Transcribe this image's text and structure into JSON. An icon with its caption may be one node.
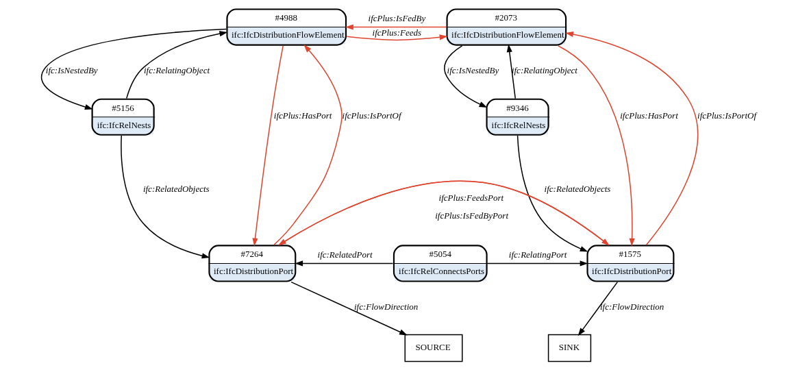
{
  "diagram": {
    "nodes": [
      {
        "text": [
          "#4988",
          "ifc:IfcDistributionFlowElement"
        ]
      },
      {
        "text": [
          "#2073",
          "ifc:IfcDistributionFlowElement"
        ]
      },
      {
        "text": [
          "#5156",
          "ifc:IfcRelNests"
        ]
      },
      {
        "text": [
          "#9346",
          "ifc:IfcRelNests"
        ]
      },
      {
        "text": [
          "#7264",
          "ifc:IfcDistributionPort"
        ]
      },
      {
        "text": [
          "#5054",
          "ifc:IfcRelConnectsPorts"
        ]
      },
      {
        "text": [
          "#1575",
          "ifc:IfcDistributionPort"
        ]
      },
      {
        "text": [
          "SOURCE"
        ]
      },
      {
        "text": [
          "SINK"
        ]
      }
    ],
    "edges": [
      {
        "from": 1,
        "to": 0,
        "arrow": "to",
        "label": "ifcPlus:IsFedBy",
        "color": "#e0442e"
      },
      {
        "from": 0,
        "to": 1,
        "arrow": "to",
        "label": "ifcPlus:Feeds",
        "color": "#e0442e"
      },
      {
        "from": 0,
        "to": 2,
        "arrow": "to",
        "label": "ifc:IsNestedBy",
        "color": "#000000"
      },
      {
        "from": 2,
        "to": 0,
        "arrow": "to",
        "label": "ifc:RelatingObject",
        "color": "#000000"
      },
      {
        "from": 1,
        "to": 3,
        "arrow": "to",
        "label": "ifc:IsNestedBy",
        "color": "#000000"
      },
      {
        "from": 3,
        "to": 1,
        "arrow": "to",
        "label": "ifc:RelatingObject",
        "color": "#000000"
      },
      {
        "from": 0,
        "to": 4,
        "arrow": "to",
        "label": "ifcPlus:HasPort",
        "color": "#e0442e"
      },
      {
        "from": 4,
        "to": 0,
        "arrow": "to",
        "label": "ifcPlus:IsPortOf",
        "color": "#e0442e"
      },
      {
        "from": 1,
        "to": 6,
        "arrow": "to",
        "label": "ifcPlus:HasPort",
        "color": "#e0442e"
      },
      {
        "from": 6,
        "to": 1,
        "arrow": "to",
        "label": "ifcPlus:IsPortOf",
        "color": "#e0442e"
      },
      {
        "from": 2,
        "to": 4,
        "arrow": "to",
        "label": "ifc:RelatedObjects",
        "color": "#000000"
      },
      {
        "from": 3,
        "to": 6,
        "arrow": "to",
        "label": "ifc:RelatedObjects",
        "color": "#000000"
      },
      {
        "from": 4,
        "to": 6,
        "arrow": "to",
        "label": "ifcPlus:FeedsPort",
        "color": "#e0442e"
      },
      {
        "from": 6,
        "to": 4,
        "arrow": "to",
        "label": "ifcPlus:IsFedByPort",
        "color": "#e0442e"
      },
      {
        "from": 5,
        "to": 4,
        "arrow": "to",
        "label": "ifc:RelatedPort",
        "color": "#000000"
      },
      {
        "from": 5,
        "to": 6,
        "arrow": "to",
        "label": "ifc:RelatingPort",
        "color": "#000000"
      },
      {
        "from": 4,
        "to": 7,
        "arrow": "to",
        "label": "ifc:FlowDirection",
        "color": "#000000"
      },
      {
        "from": 6,
        "to": 8,
        "arrow": "to",
        "label": "ifc:FlowDirection",
        "color": "#000000"
      }
    ]
  }
}
